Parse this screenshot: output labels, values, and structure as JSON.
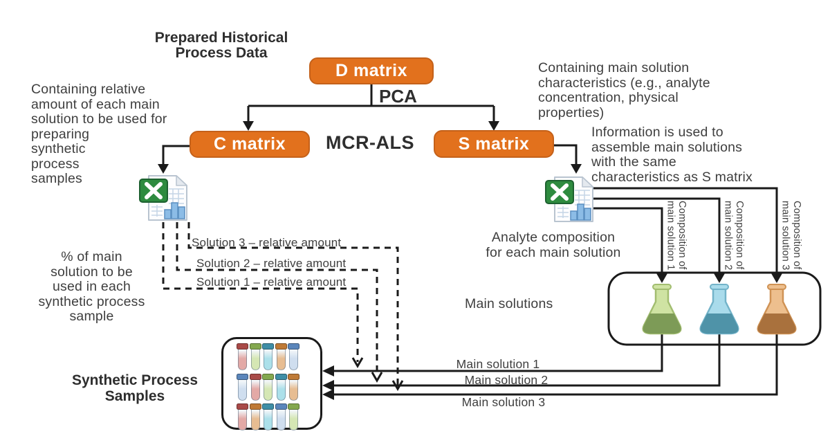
{
  "colors": {
    "accent_orange": "#e2711d",
    "orange_border": "#c4611a",
    "line": "#1a1a1a",
    "text": "#3e3e3e",
    "heading": "#2e2e2e",
    "excel_green": "#2e8b3f",
    "excel_green_dark": "#1d6130",
    "excel_bar": "#8cbce6",
    "excel_bar_edge": "#5b8fc0",
    "page_edge": "#b9c4d0",
    "grid_line": "#c5d5e6",
    "flask1_body": "#cfe3a3",
    "flask1_liquid": "#7d9b57",
    "flask1_stroke": "#a2bd70",
    "flask2_body": "#a9dbeb",
    "flask2_liquid": "#4f93a8",
    "flask2_stroke": "#73b3c9",
    "flask3_body": "#edbf8e",
    "flask3_liquid": "#a9713d",
    "flask3_stroke": "#cf9254"
  },
  "header": {
    "title": [
      "Prepared Historical",
      "Process Data"
    ]
  },
  "matrices": {
    "d": "D matrix",
    "c": "C matrix",
    "s": "S matrix"
  },
  "methods": {
    "pca": "PCA",
    "mcr_als": "MCR-ALS"
  },
  "annotations": {
    "c_matrix_note": [
      "Containing relative",
      "amount of each main",
      "solution to be used for",
      "preparing",
      "synthetic",
      "process",
      "samples"
    ],
    "s_matrix_note": [
      "Containing main solution",
      "characteristics (e.g., analyte",
      "concentration, physical",
      "properties)"
    ],
    "s_info_note": [
      "Information is used to",
      "assemble main solutions",
      "with the same",
      "characteristics as S matrix"
    ],
    "analyte_note": [
      "Analyte composition",
      "for each main solution"
    ],
    "main_solutions_label": "Main solutions",
    "percent_note": [
      "% of main",
      "solution to be",
      "used in each",
      "synthetic process",
      "sample"
    ],
    "synthetic_label": [
      "Synthetic Process",
      "Samples"
    ]
  },
  "dashed_labels": {
    "solution3": "Solution 3 – relative amount",
    "solution2": "Solution 2 – relative amount",
    "solution1": "Solution 1 – relative amount"
  },
  "main_solution_arrows": [
    "Main solution 1",
    "Main solution 2",
    "Main solution 3"
  ],
  "composition_labels": [
    [
      "Composition of",
      "main solution 1"
    ],
    [
      "Composition of",
      "main solution 2"
    ],
    [
      "Composition of",
      "main solution 3"
    ]
  ],
  "tubes": {
    "palette": {
      "red": {
        "cap": "#a94a48",
        "body": "#e3a9a6"
      },
      "green": {
        "cap": "#84a84f",
        "body": "#d5e7b4"
      },
      "teal": {
        "cap": "#3f8ea6",
        "body": "#ace0ea"
      },
      "orange": {
        "cap": "#bf7a36",
        "body": "#e7bd92"
      },
      "blue": {
        "cap": "#5b86bb",
        "body": "#cfdeef"
      }
    },
    "rows": [
      [
        "red",
        "green",
        "teal",
        "orange",
        "blue"
      ],
      [
        "blue",
        "red",
        "green",
        "teal",
        "orange"
      ],
      [
        "red",
        "orange",
        "teal",
        "blue",
        "green"
      ]
    ]
  }
}
